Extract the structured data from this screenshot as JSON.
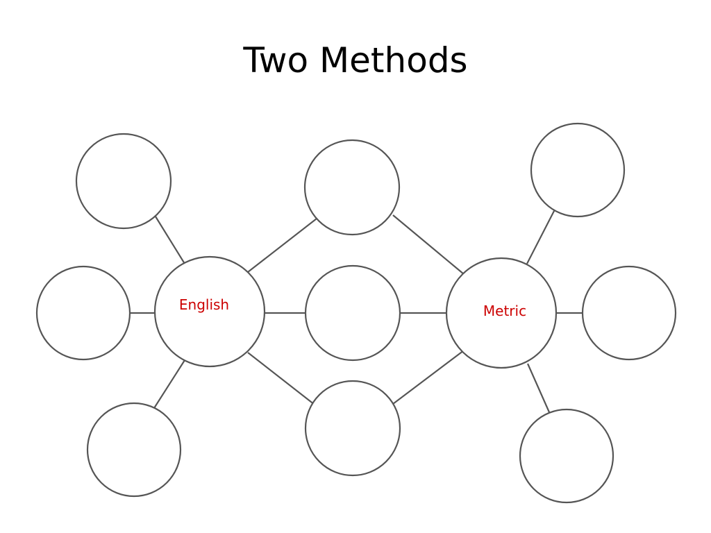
{
  "slide": {
    "title": "Two Methods"
  },
  "diagram": {
    "english_label": "English",
    "metric_label": "Metric",
    "label_color": "#cc0000",
    "line_color": "#555555"
  }
}
